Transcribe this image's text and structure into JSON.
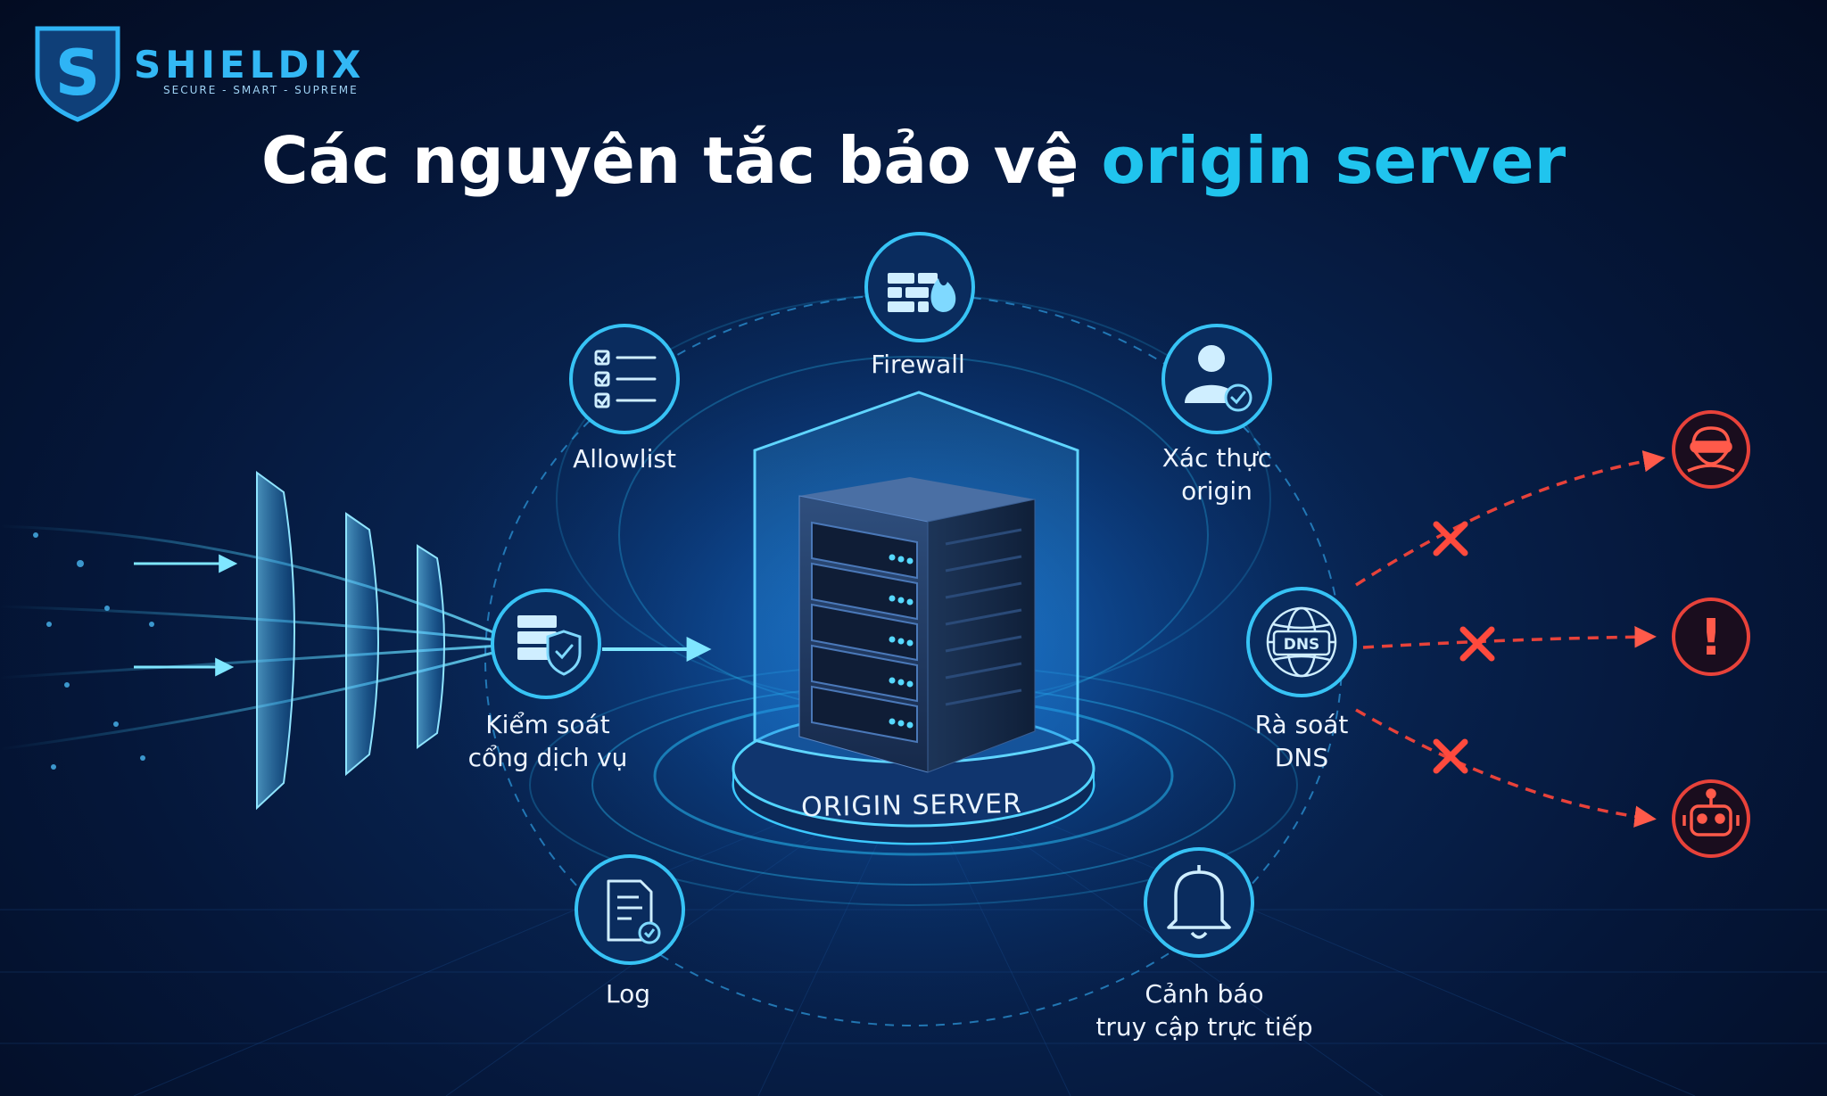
{
  "brand": {
    "name": "SHIELDIX",
    "tagline": "SECURE - SMART - SUPREME",
    "logo_letter": "S"
  },
  "title": {
    "part1": "Các nguyên tắc bảo vệ ",
    "part2": "origin server"
  },
  "center": {
    "label": "ORIGIN SERVER"
  },
  "colors": {
    "accent": "#20c4ee",
    "ring": "#1fb2e8",
    "threat": "#e8423a",
    "background": "#05173a"
  },
  "nodes": [
    {
      "id": "firewall",
      "lines": [
        "Firewall"
      ],
      "icon": "firewall-icon"
    },
    {
      "id": "allowlist",
      "lines": [
        "Allowlist"
      ],
      "icon": "checklist-icon"
    },
    {
      "id": "origin-auth",
      "lines": [
        "Xác thực",
        "origin"
      ],
      "icon": "user-verified-icon"
    },
    {
      "id": "port-control",
      "lines": [
        "Kiểm soát",
        "cổng dịch vụ"
      ],
      "icon": "server-shield-icon"
    },
    {
      "id": "dns-review",
      "lines": [
        "Rà soát",
        "DNS"
      ],
      "icon": "dns-globe-icon",
      "icon_text": "DNS"
    },
    {
      "id": "log",
      "lines": [
        "Log"
      ],
      "icon": "log-document-icon"
    },
    {
      "id": "direct-access-alert",
      "lines": [
        "Cảnh báo",
        "truy cập trực tiếp"
      ],
      "icon": "bell-icon"
    }
  ],
  "threats": [
    {
      "id": "hacker",
      "icon": "hacker-icon"
    },
    {
      "id": "warning",
      "icon": "exclamation-icon",
      "glyph": "!"
    },
    {
      "id": "bot",
      "icon": "bot-icon"
    }
  ]
}
